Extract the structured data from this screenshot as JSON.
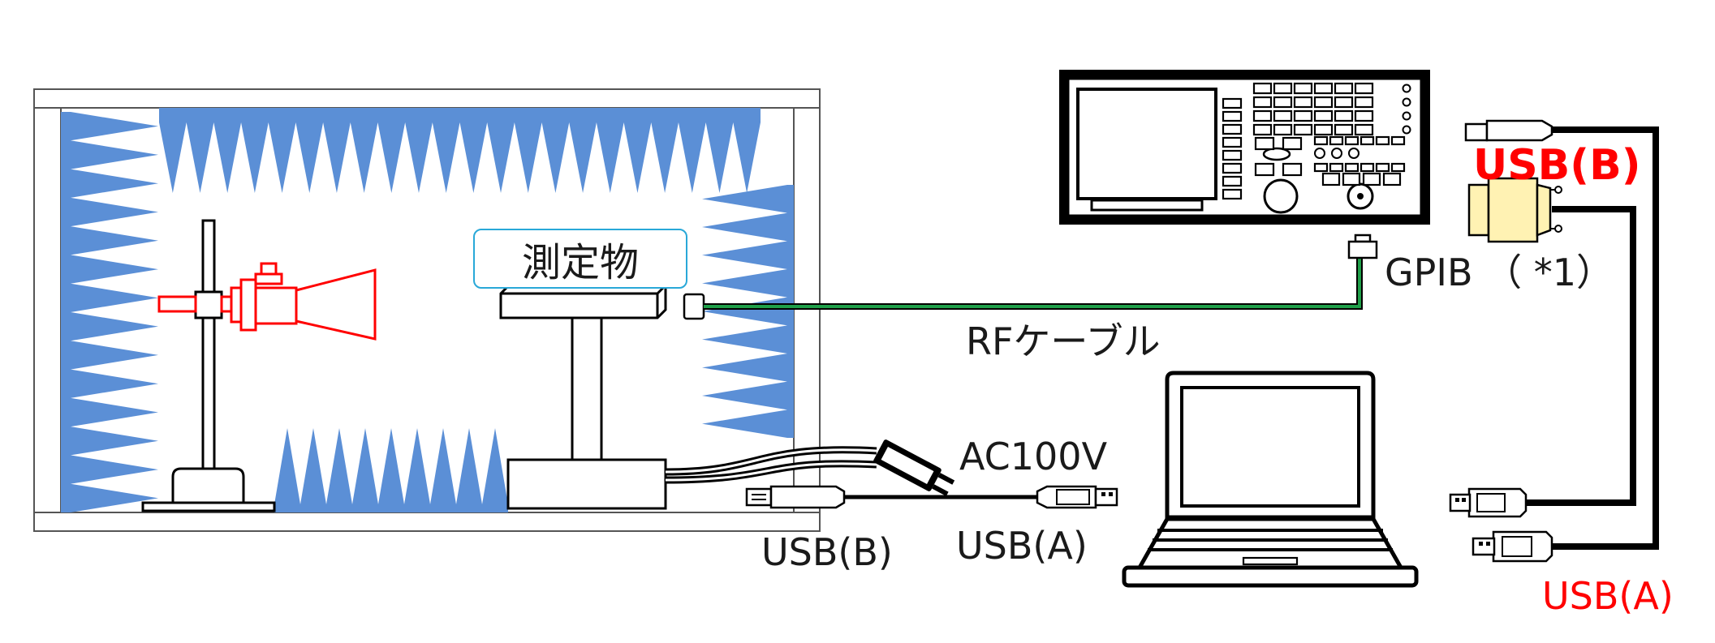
{
  "labels": {
    "dut": "測定物",
    "rf_cable": "RFケーブル",
    "gpib": "GPIB （ *1）",
    "ac_power": "AC100V",
    "usb_b_left": "USB(B)",
    "usb_a_center": "USB(A)",
    "usb_b_right": "USB(B)",
    "usb_a_right": "USB(A)"
  },
  "colors": {
    "absorber": "#5b8fd6",
    "rf_cable": "#1fa04a",
    "antenna": "#ff0000",
    "red_text": "#ff0000",
    "dut_border": "#29a8d8",
    "usb_adapter": "#fff2b3"
  },
  "icons": {
    "chamber": "anechoic-chamber",
    "antenna": "horn-antenna-icon",
    "analyzer": "spectrum-analyzer-icon",
    "laptop": "laptop-icon",
    "adapter": "gpib-usb-adapter-icon",
    "power_plug": "power-plug-icon"
  }
}
